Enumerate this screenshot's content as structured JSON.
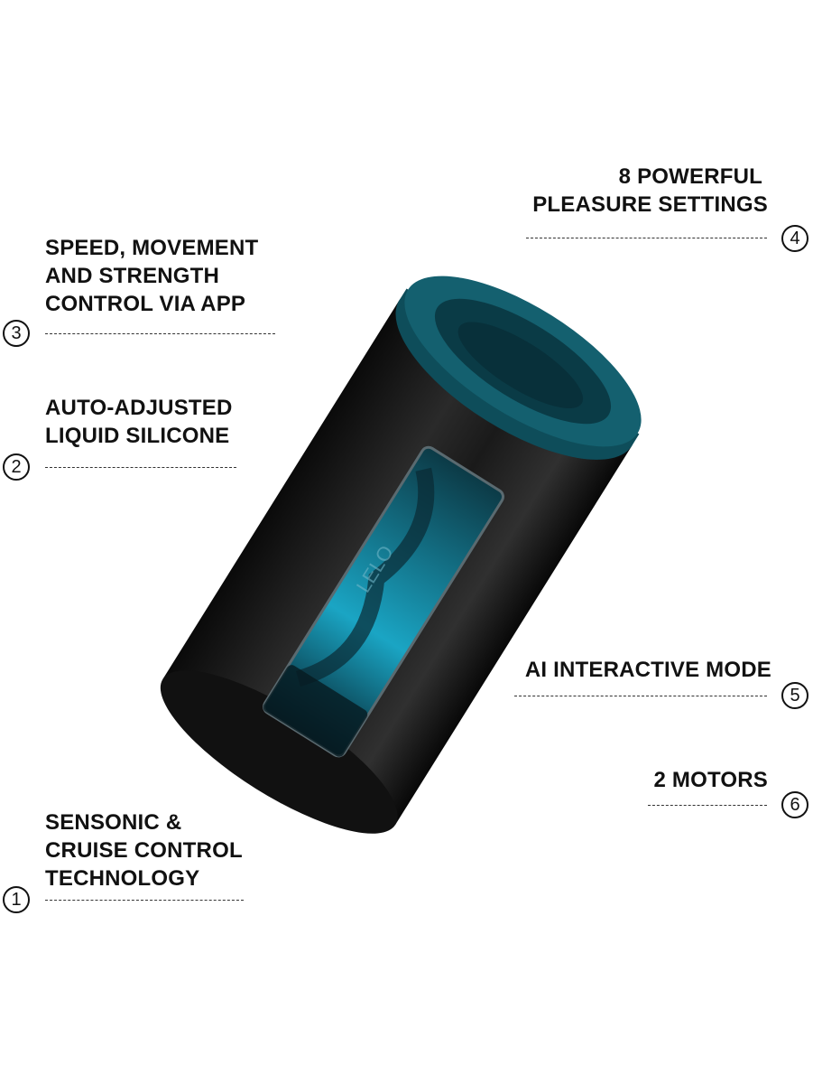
{
  "features": [
    {
      "number": "1",
      "lines": [
        "SENSONIC &",
        "CRUISE CONTROL",
        "TECHNOLOGY"
      ]
    },
    {
      "number": "2",
      "lines": [
        "AUTO-ADJUSTED",
        "LIQUID SILICONE"
      ]
    },
    {
      "number": "3",
      "lines": [
        "SPEED, MOVEMENT",
        "AND STRENGTH",
        "CONTROL VIA APP"
      ]
    },
    {
      "number": "4",
      "lines": [
        "8 POWERFUL",
        "PLEASURE SETTINGS"
      ]
    },
    {
      "number": "5",
      "lines": [
        "AI INTERACTIVE MODE"
      ]
    },
    {
      "number": "6",
      "lines": [
        "2 MOTORS"
      ]
    }
  ],
  "product": {
    "logo": "LELO"
  },
  "colors": {
    "teal": "#0e4d5a",
    "body": "#141414",
    "window": "#1aa5c4"
  }
}
